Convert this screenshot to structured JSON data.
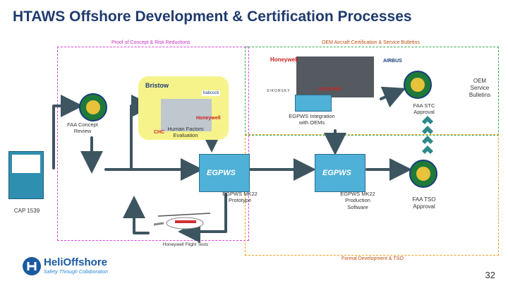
{
  "slide": {
    "title": "HTAWS Offshore Development & Certification Processes",
    "page_number": "32"
  },
  "regions": {
    "proof": {
      "label": "Proof of Concept & Risk Reductions",
      "color": "#e040e0"
    },
    "oem": {
      "label": "OEM Aircraft Certification & Service Bulletins",
      "color": "#2eaa4a"
    },
    "formal": {
      "label": "Formal Development & TSO",
      "color": "#f0a020"
    }
  },
  "nodes": {
    "faa_concept_review": "FAA Concept Review",
    "cap_doc": "CAP 1539",
    "human_factors": "Human Factors Evaluation",
    "egpws_integration": "EGPWS Integration with OEMs",
    "egpws_prototype": "EGPWS MK22 Prototype",
    "egpws_production": "EGPWS MK22 Production Software",
    "faa_stc": "FAA STC Approval",
    "oem_bulletins": "OEM Service Bulletins",
    "faa_tso": "FAA TSO Approval",
    "flight_tests": "Honeywell Flight Tests"
  },
  "logos": {
    "honeywell": "Honeywell",
    "airbus": "AIRBUS",
    "leonardo": "LEONARDO",
    "bristow": "Bristow",
    "babcock": "babcock",
    "chc": "CHC",
    "sikorsky": "SIKORSKY",
    "egpws": "EGPWS"
  },
  "branding": {
    "name": "HeliOffshore",
    "tagline": "Safety Through Collaboration"
  },
  "colors": {
    "arrow": "#3d5560",
    "title": "#1f3b6e",
    "helioffshore": "#1a5aa0"
  }
}
